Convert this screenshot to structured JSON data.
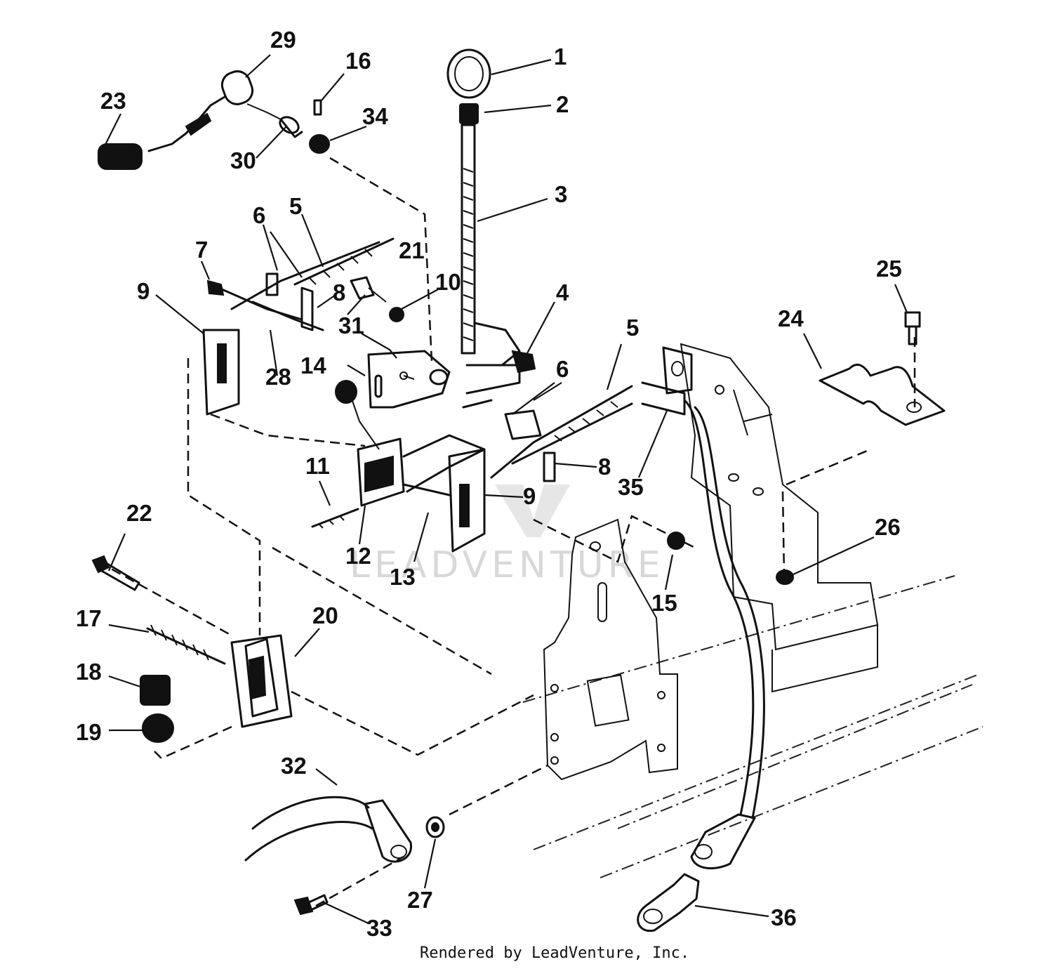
{
  "watermark": "LEADVENTURE",
  "credit": "Rendered by LeadVenture, Inc.",
  "callouts": [
    "1",
    "2",
    "3",
    "4",
    "5",
    "5",
    "6",
    "6",
    "7",
    "8",
    "8",
    "9",
    "9",
    "10",
    "11",
    "12",
    "13",
    "14",
    "15",
    "16",
    "17",
    "18",
    "19",
    "20",
    "21",
    "22",
    "23",
    "24",
    "25",
    "26",
    "27",
    "28",
    "29",
    "30",
    "31",
    "32",
    "33",
    "34",
    "35",
    "36"
  ]
}
